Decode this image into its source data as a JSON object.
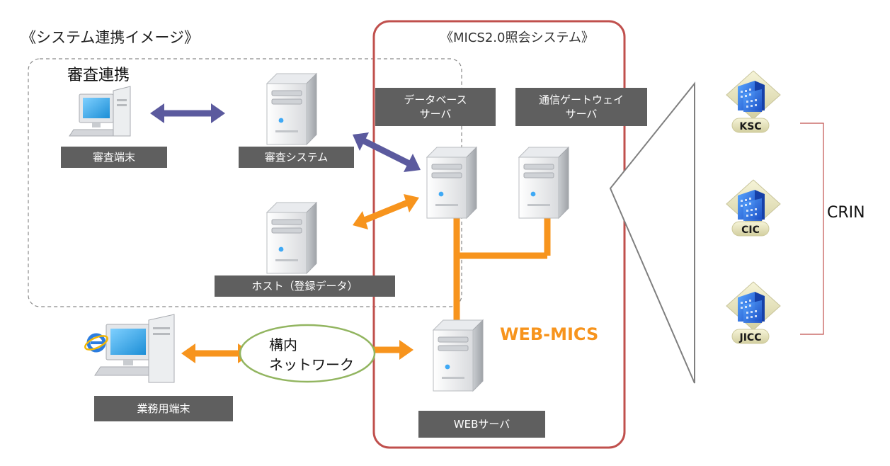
{
  "heading": "《システム連携イメージ》",
  "mics_system_title": "《MICS2.0照会システム》",
  "review_group_title": "審査連携",
  "labels": {
    "review_terminal": "審査端末",
    "review_system": "審査システム",
    "host": "ホスト（登録データ）",
    "business_terminal": "業務用端末",
    "db_server_line1": "データベース",
    "db_server_line2": "サーバ",
    "gateway_server_line1": "通信ゲートウェイ",
    "gateway_server_line2": "サーバ",
    "web_server": "WEBサーバ",
    "web_mics": "WEB-MICS",
    "network_line1": "構内",
    "network_line2": "ネットワーク",
    "crin": "CRIN",
    "ksc": "KSC",
    "cic": "CIC",
    "jicc": "JICC"
  },
  "colors": {
    "orange": "#f7941d",
    "purple": "#5b5a9e",
    "red_frame": "#c0504d",
    "green_ellipse": "#92b560",
    "label_bg": "#5f5f5f"
  }
}
